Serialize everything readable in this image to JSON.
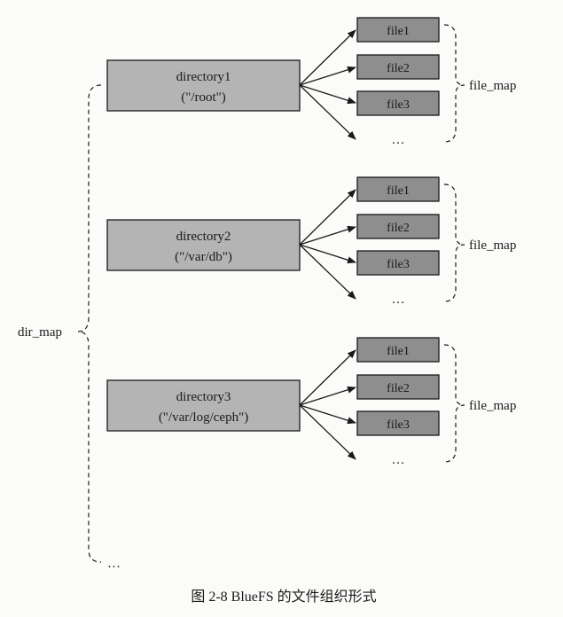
{
  "diagram": {
    "directories": [
      {
        "name": "directory1",
        "path": "(\"/root\")"
      },
      {
        "name": "directory2",
        "path": "(\"/var/db\")"
      },
      {
        "name": "directory3",
        "path": "(\"/var/log/ceph\")"
      }
    ],
    "files": [
      "file1",
      "file2",
      "file3"
    ],
    "file_ellipsis": "…",
    "file_map_label": "file_map",
    "dir_map_label": "dir_map",
    "dir_ellipsis": "…"
  },
  "caption": "图 2-8   BlueFS 的文件组织形式"
}
